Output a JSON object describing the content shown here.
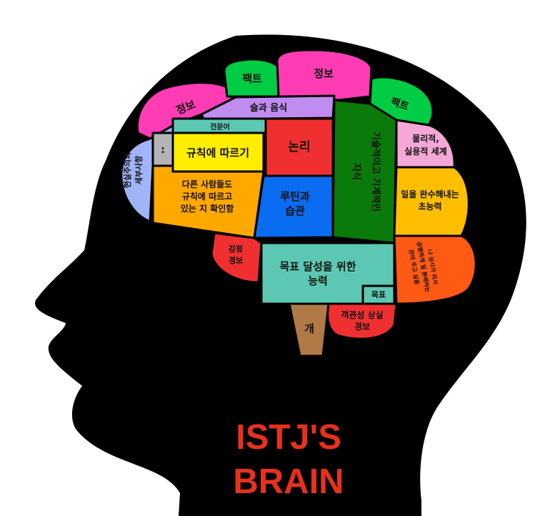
{
  "title_line1": "ISTJ'S",
  "title_line2": "BRAIN",
  "regions": {
    "info_left": "정보",
    "fact_top": "팩트",
    "info_top": "정보",
    "fact_right": "팩트",
    "food_drink": "술과 음식",
    "jargon": "전문어",
    "follow_rules": "규칙에 따르기",
    "logic": "논리",
    "tech_mech_1": "기술적이고 기계적인",
    "tech_mech_2": "지식",
    "physical_1": "물리적,",
    "physical_2": "실용적 세계",
    "reality_1": "현실주의와",
    "reality_2": "세부사항",
    "check_1": "다른 사람들도",
    "check_2": "규칙에 따르고",
    "check_3": "있는 지 확인함",
    "routine_1": "루틴과",
    "routine_2": "습관",
    "complete_1": "일을 완수해내는",
    "complete_2": "초능력",
    "emotion_1": "감정",
    "emotion_2": "경보",
    "goal_1": "목표 달성을 위한",
    "goal_2": "능력",
    "goal_small": "목표",
    "fair_1": "나 상사가 되서",
    "fair_2": "공평하게 일 분배하는",
    "fair_3": "관여 주고 싶음",
    "objectivity_1": "객관성 상실",
    "objectivity_2": "경보",
    "dog": "개",
    "dots": ":"
  },
  "colors": {
    "pink": "#ff3cb4",
    "green": "#00cc44",
    "lavender": "#c08cf0",
    "teal": "#5cc8b4",
    "yellow": "#ffee00",
    "red": "#f03030",
    "darkgreen": "#0a7a0a",
    "lightpink": "#f4a8d8",
    "blue": "#a0b4f8",
    "orange": "#ffa800",
    "brightblue": "#0a6cf0",
    "gold": "#ffbe00",
    "orangered": "#ff5a14",
    "brown": "#b07a46",
    "gray": "#b4b4b4"
  }
}
